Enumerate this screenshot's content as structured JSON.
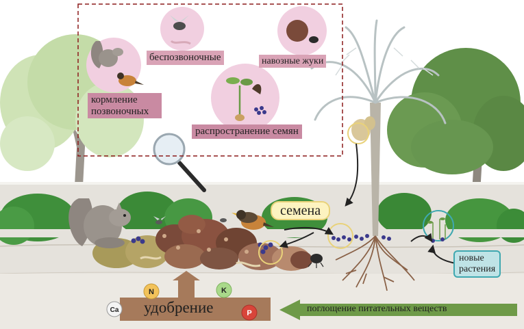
{
  "labels": {
    "vertebrate_feeding": [
      "кормление",
      "позвоночных"
    ],
    "invertebrates": "беспозвоночные",
    "dung_beetles": "навозные жуки",
    "seed_dispersal": "распространение семян",
    "seeds": "семена",
    "new_plants": [
      "новые",
      "растения"
    ],
    "fertilizer": "удобрение",
    "nutrient_uptake": "поглощение питательных веществ"
  },
  "nutrients": [
    "N",
    "K",
    "Ca",
    "P"
  ],
  "colors": {
    "ground": "#e5e2dc",
    "soil_line": "#c9c3b8",
    "dashed_box": "#8b1a1a",
    "label_pink": "#c98aa2",
    "circle_pink": "#f1cfe0",
    "seeds_yellow": "#fdf3c0",
    "seeds_border": "#e9d27a",
    "teal": "#3fa8b0",
    "green_arrow": "#6e9a48",
    "brown_arrow": "#a67a5b",
    "nutrient_N": "#f2c25a",
    "nutrient_K": "#a9d98a",
    "nutrient_Ca": "#f4f4f4",
    "nutrient_P": "#d8453a"
  },
  "icons": [
    "magnifier-icon",
    "squirrel-icon",
    "bird-icon",
    "fly-icon",
    "worm-icon",
    "dung-beetle-icon",
    "seedling-icon",
    "palm-tree-icon",
    "bush-icon",
    "root-icon"
  ]
}
